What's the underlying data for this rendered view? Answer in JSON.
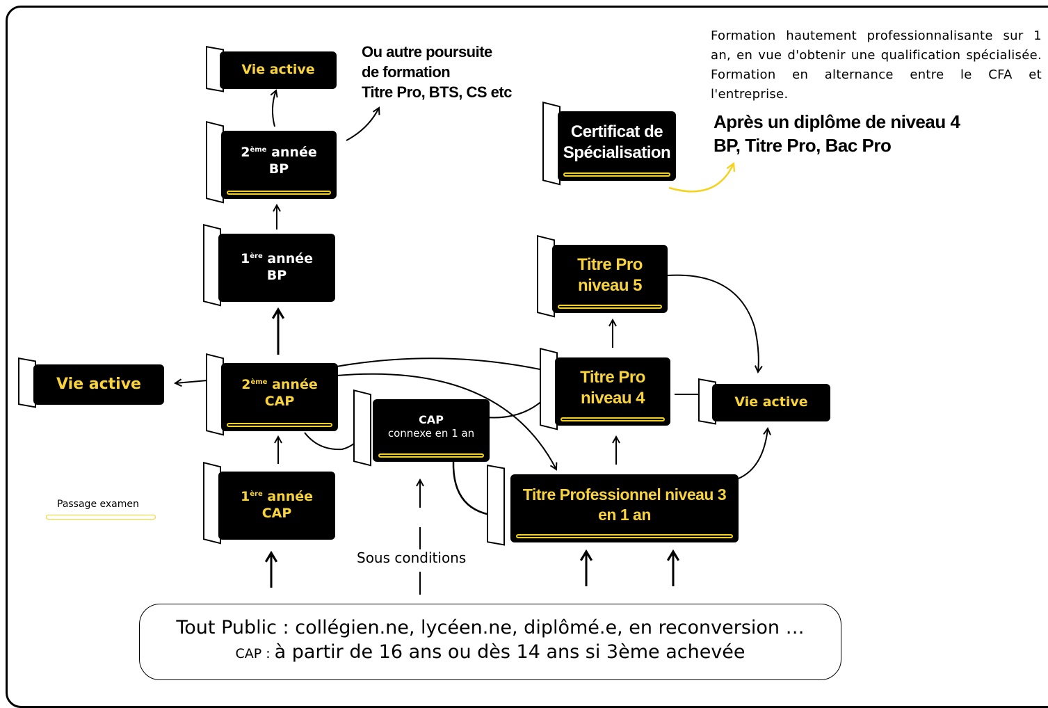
{
  "colors": {
    "card": "#000000",
    "accent": "#f8d43a",
    "line": "#000000",
    "yellow_arrow": "#f5d21e"
  },
  "nodes": {
    "vie_active_top": {
      "label": "Vie active"
    },
    "bp2": {
      "ordinal": "2",
      "sup": "ème",
      "word": " année",
      "line2": "BP"
    },
    "bp1": {
      "ordinal": "1",
      "sup": "ère",
      "word": " année",
      "line2": "BP"
    },
    "vie_active_left": {
      "label": "Vie active"
    },
    "cap2": {
      "ordinal": "2",
      "sup": "ème",
      "word": " année",
      "line2": "CAP"
    },
    "cap1": {
      "ordinal": "1",
      "sup": "ère",
      "word": " année",
      "line2": "CAP"
    },
    "cap_connexe": {
      "line1": "CAP",
      "line2": "connexe en 1 an"
    },
    "titre_pro_3": {
      "line1": "Titre Professionnel niveau 3",
      "line2": "en 1 an"
    },
    "titre_pro_4": {
      "line1": "Titre Pro",
      "line2": "niveau 4"
    },
    "titre_pro_5": {
      "line1": "Titre Pro",
      "line2": "niveau 5"
    },
    "vie_active_right": {
      "label": "Vie active"
    },
    "certificat": {
      "line1": "Certificat de",
      "line2": "Spécialisation"
    }
  },
  "annotations": {
    "autre_poursuite": [
      "Ou autre poursuite",
      "de formation",
      "Titre Pro, BTS, CS etc"
    ],
    "description": "Formation hautement professionnalisante sur 1 an, en vue d'obtenir une qualification spécialisée. Formation en alternance entre le CFA et l'entreprise.",
    "apres_diplome": [
      "Après un diplôme de niveau 4",
      "BP, Titre Pro, Bac Pro"
    ],
    "sous_conditions": "Sous conditions",
    "legend": "Passage examen"
  },
  "public": {
    "line1": "Tout Public : collégien.ne, lycéen.ne, diplômé.e, en reconversion …",
    "line2_prefix": "CAP : ",
    "line2": "à partir de 16 ans ou dès 14 ans si 3ème achevée"
  }
}
